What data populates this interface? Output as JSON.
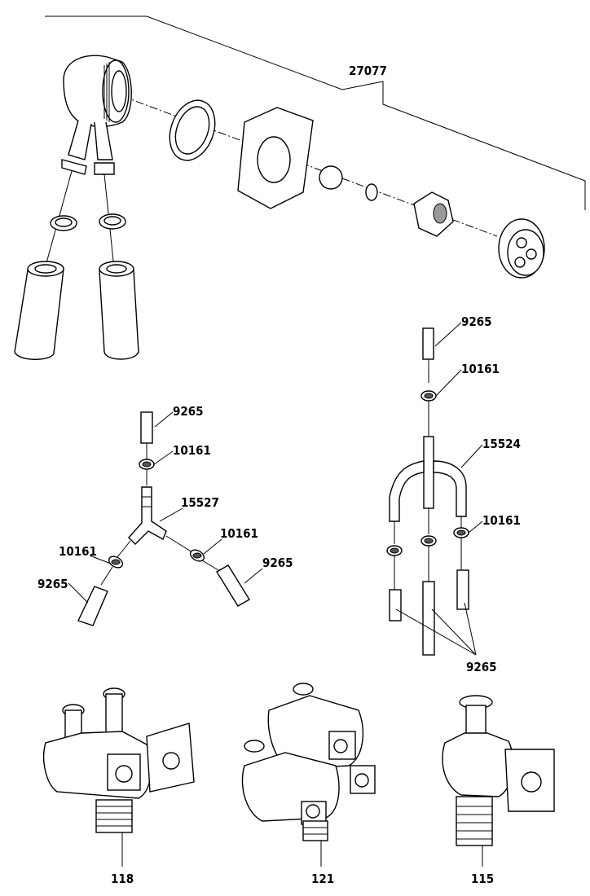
{
  "labels": {
    "assembly": "27077",
    "tube_top_right": "9265",
    "clamp_top_right": "10161",
    "manifold_right": "15524",
    "clamp_right_side": "10161",
    "tubes_bottom_right": "9265",
    "tube_top_left": "9265",
    "clamp_top_left": "10161",
    "y_connector": "15527",
    "clamp_left": "10161",
    "clamp_mid": "10161",
    "tube_left": "9265",
    "tube_mid": "9265",
    "valve_double": "118",
    "valve_quad": "121",
    "valve_single": "115"
  }
}
